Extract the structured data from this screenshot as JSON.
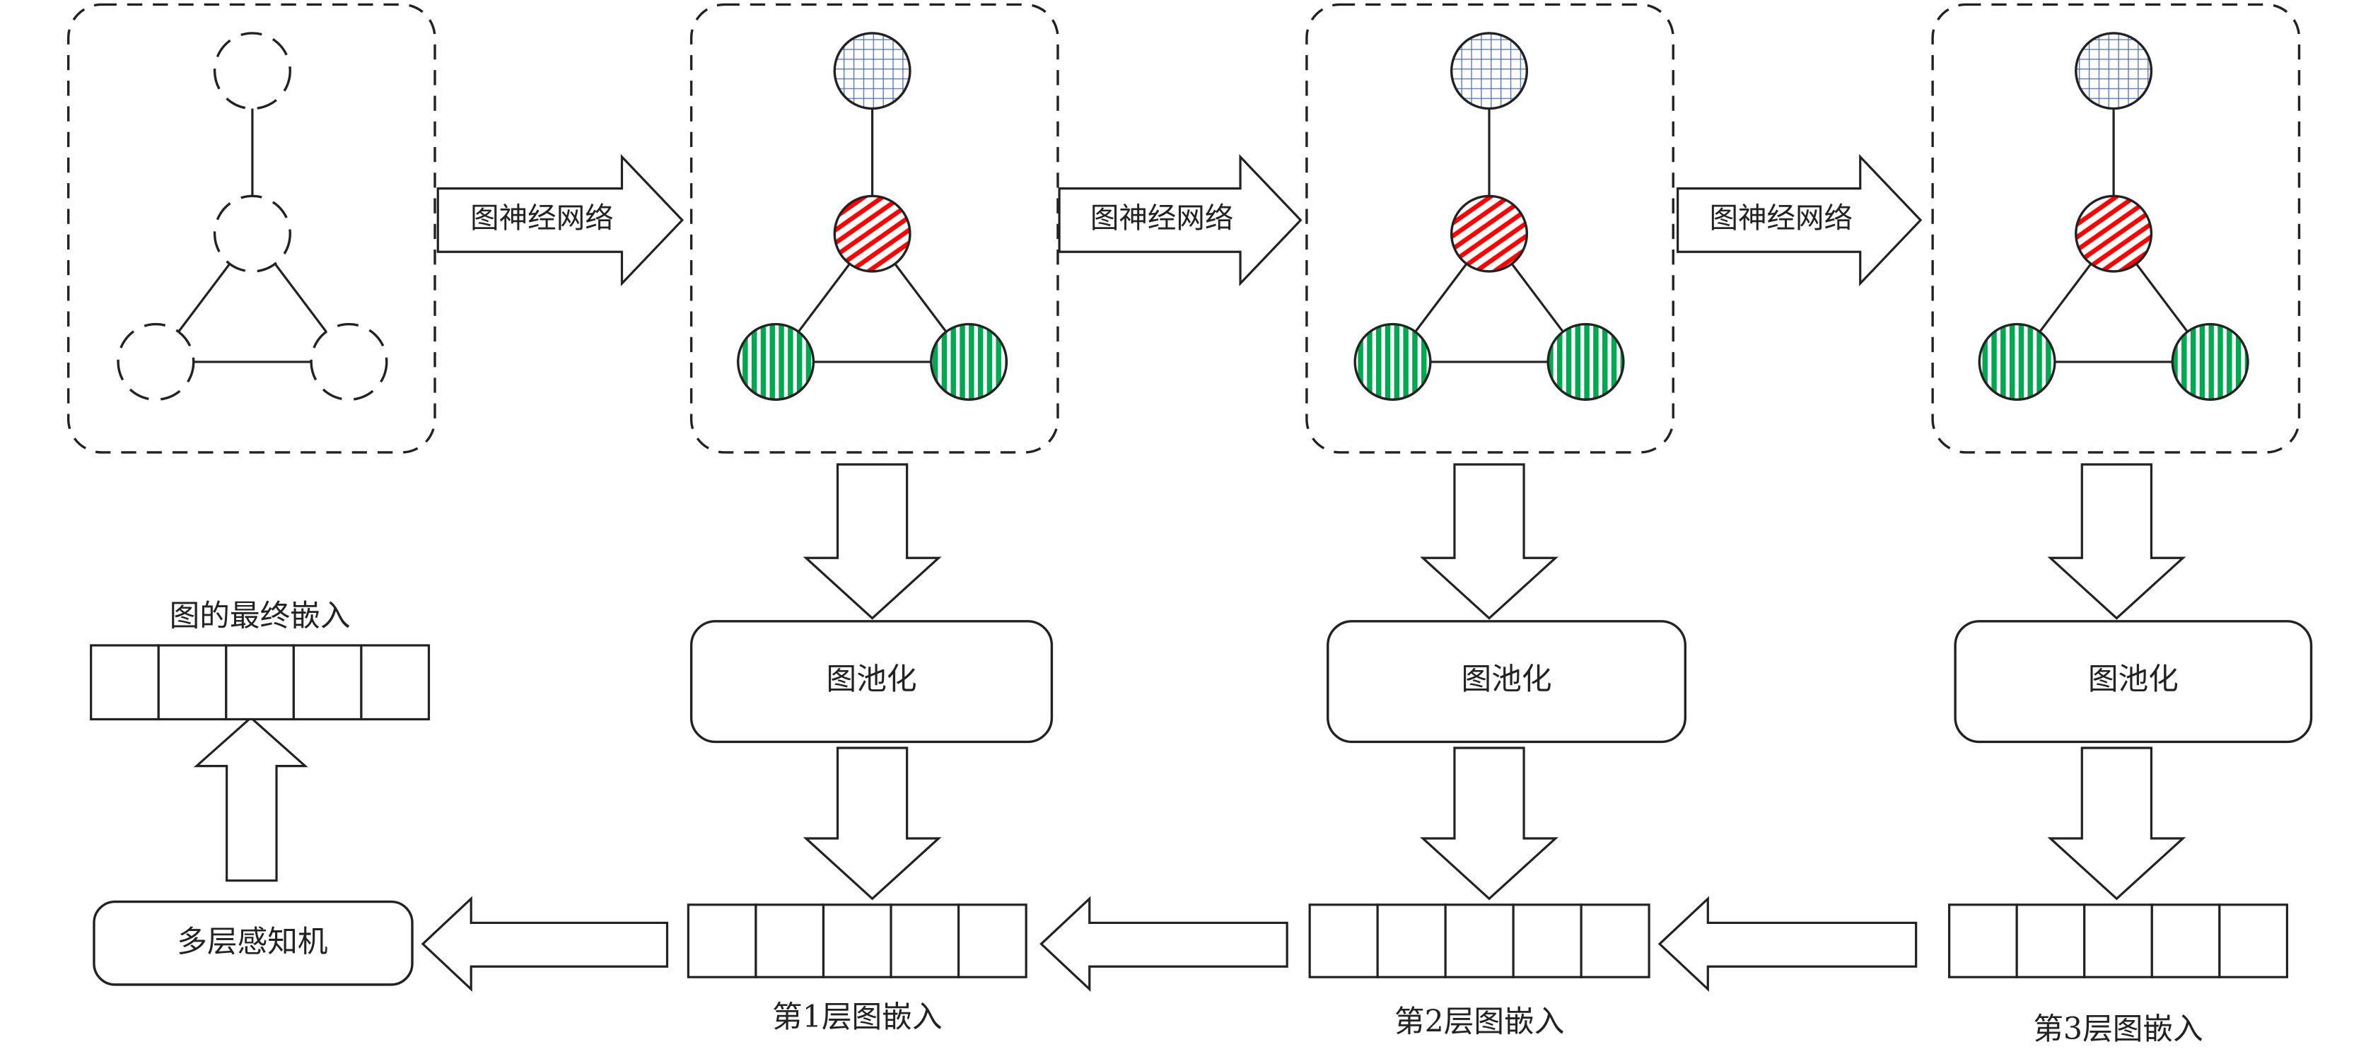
{
  "colors": {
    "grid_node": "#4a6fbf",
    "center_node": "#ff0000",
    "leaf_node": "#00a850",
    "stroke": "#222222"
  },
  "gnn_arrows": [
    {
      "label": "图神经网络"
    },
    {
      "label": "图神经网络"
    },
    {
      "label": "图神经网络"
    }
  ],
  "pooling": [
    {
      "label": "图池化"
    },
    {
      "label": "图池化"
    },
    {
      "label": "图池化"
    }
  ],
  "layer_embeddings": [
    {
      "label": "第1层图嵌入",
      "cells": 5
    },
    {
      "label": "第2层图嵌入",
      "cells": 5
    },
    {
      "label": "第3层图嵌入",
      "cells": 5
    }
  ],
  "mlp": {
    "label": "多层感知机"
  },
  "final_embedding": {
    "label": "图的最终嵌入",
    "cells": 5
  }
}
